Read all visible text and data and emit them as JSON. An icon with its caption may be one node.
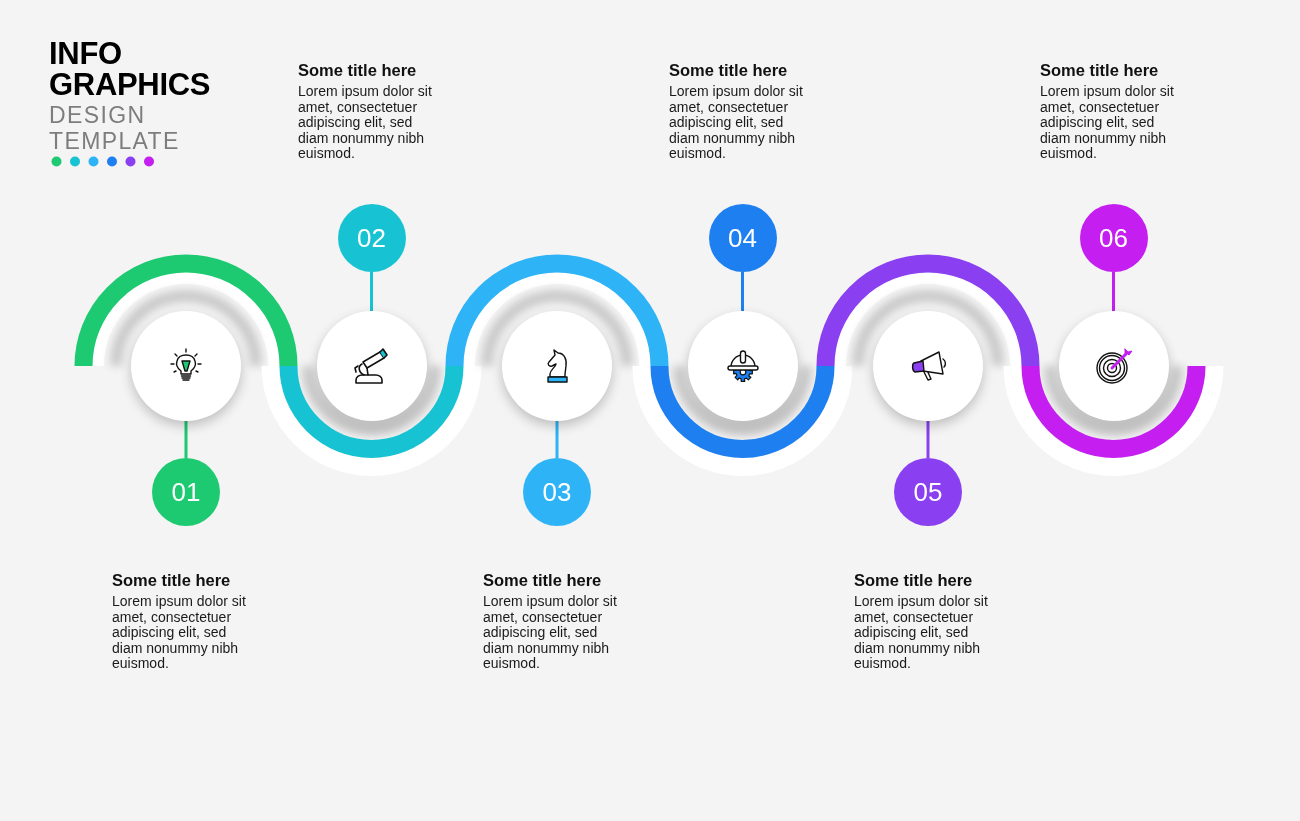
{
  "diagram": {
    "title": "INFO GRAPHICS",
    "nodes": [
      {
        "text": [
          "01"
        ],
        "beside": [
          "Some title here",
          "Lorem ipsum dolor sit amet, consectetuer adipiscing elit, sed diam nonummy nibh euismod."
        ]
      },
      {
        "text": [],
        "shape": "circle"
      },
      {
        "text": [
          "02"
        ],
        "beside": [
          "Some title here",
          "Lorem ipsum dolor sit amet, consectetuer adipiscing elit, sed diam nonummy nibh euismod."
        ]
      },
      {
        "text": [],
        "shape": "circle"
      },
      {
        "text": [
          "03"
        ],
        "beside": [
          "Some title here",
          "Lorem ipsum dolor sit amet, consectetuer adipiscing elit, sed diam nonummy nibh euismod."
        ]
      },
      {
        "text": [],
        "shape": "circle"
      },
      {
        "text": [
          "04"
        ],
        "beside": [
          "Some title here",
          "Lorem ipsum dolor sit amet, consectetuer adipiscing elit, sed diam nonummy nibh euismod."
        ]
      },
      {
        "text": [],
        "shape": "circle"
      },
      {
        "text": [
          "05"
        ],
        "beside": [
          "Some title here",
          "Lorem ipsum dolor sit amet, consectetuer adipiscing elit, sed diam nonummy nibh euismod."
        ]
      },
      {
        "text": [],
        "shape": "circle"
      },
      {
        "text": [
          "06"
        ],
        "beside": [
          "Some title here",
          "Lorem ipsum dolor sit amet, consectetuer adipiscing elit, sed diam nonummy nibh euismod."
        ]
      },
      {
        "text": [],
        "shape": "circle"
      }
    ],
    "edges": [
      {
        "from": 0,
        "to": 1,
        "arrow": "none",
        "color": "#1dc971"
      },
      {
        "from": 2,
        "to": 3,
        "arrow": "none",
        "color": "#17c3d2"
      },
      {
        "from": 4,
        "to": 5,
        "arrow": "none",
        "color": "#2db3f6"
      },
      {
        "from": 6,
        "to": 7,
        "arrow": "none",
        "color": "#1e7ff0"
      },
      {
        "from": 8,
        "to": 9,
        "arrow": "none",
        "color": "#8a3ff1"
      },
      {
        "from": 10,
        "to": 11,
        "arrow": "none",
        "color": "#c41ef0"
      }
    ],
    "labels": [
      "DESIGN TEMPLATE"
    ]
  }
}
